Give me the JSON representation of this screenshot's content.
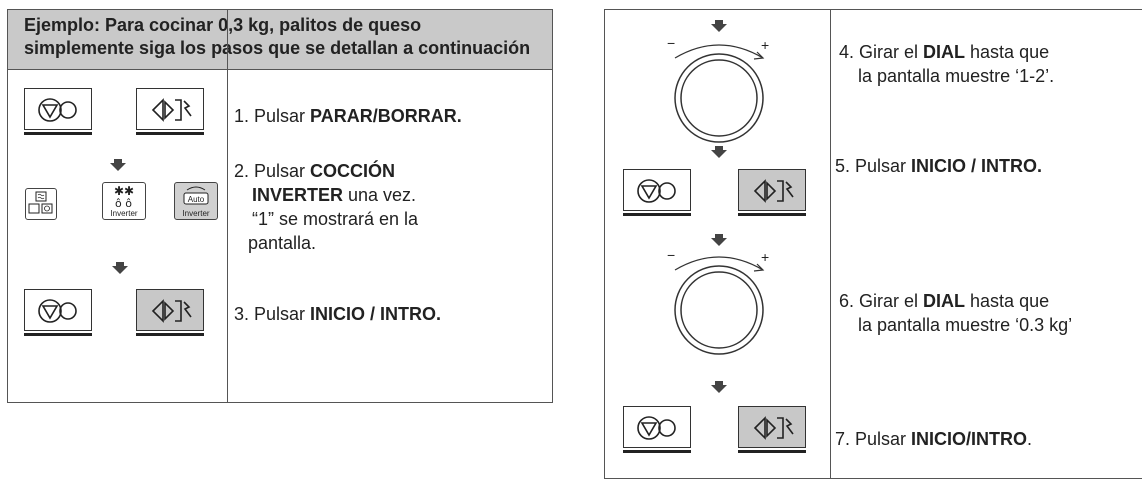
{
  "example_header": {
    "line1": "Ejemplo: Para cocinar 0,3 kg, palitos de queso",
    "line2": "simplemente siga los pasos que se detallan a continuación"
  },
  "left_steps": {
    "s1_prefix": "1. Pulsar ",
    "s1_bold": "PARAR/BORRAR.",
    "s2_prefix": "2. Pulsar ",
    "s2_bold1": "COCCIÓN",
    "s2_bold2": "INVERTER",
    "s2_rest": " una vez.",
    "s2_line3": "“1” se mostrará en la",
    "s2_line4": "pantalla.",
    "s3_prefix": "3. Pulsar ",
    "s3_bold": "INICIO / INTRO."
  },
  "mode_icons": {
    "inverter_label": "Inverter",
    "auto_label": "Auto",
    "auto_inverter_label": "Inverter"
  },
  "right_steps": {
    "s4_prefix": "4. Girar el ",
    "s4_bold": "DIAL",
    "s4_rest": " hasta que",
    "s4_line2": "la pantalla muestre  ‘1-2’.",
    "s5_prefix": "5. Pulsar ",
    "s5_bold": "INICIO / INTRO.",
    "s6_prefix": "6. Girar el ",
    "s6_bold": "DIAL",
    "s6_rest": " hasta que",
    "s6_line2": "la pantalla muestre ‘0.3 kg’",
    "s7_prefix": "7. Pulsar ",
    "s7_bold": "INICIO/INTRO",
    "s7_rest": "."
  },
  "dial_signs": {
    "minus": "−",
    "plus": "+"
  },
  "colors": {
    "header_bg": "#c9c9c9",
    "start_button_bg": "#c8c8c8",
    "border": "#555555"
  }
}
